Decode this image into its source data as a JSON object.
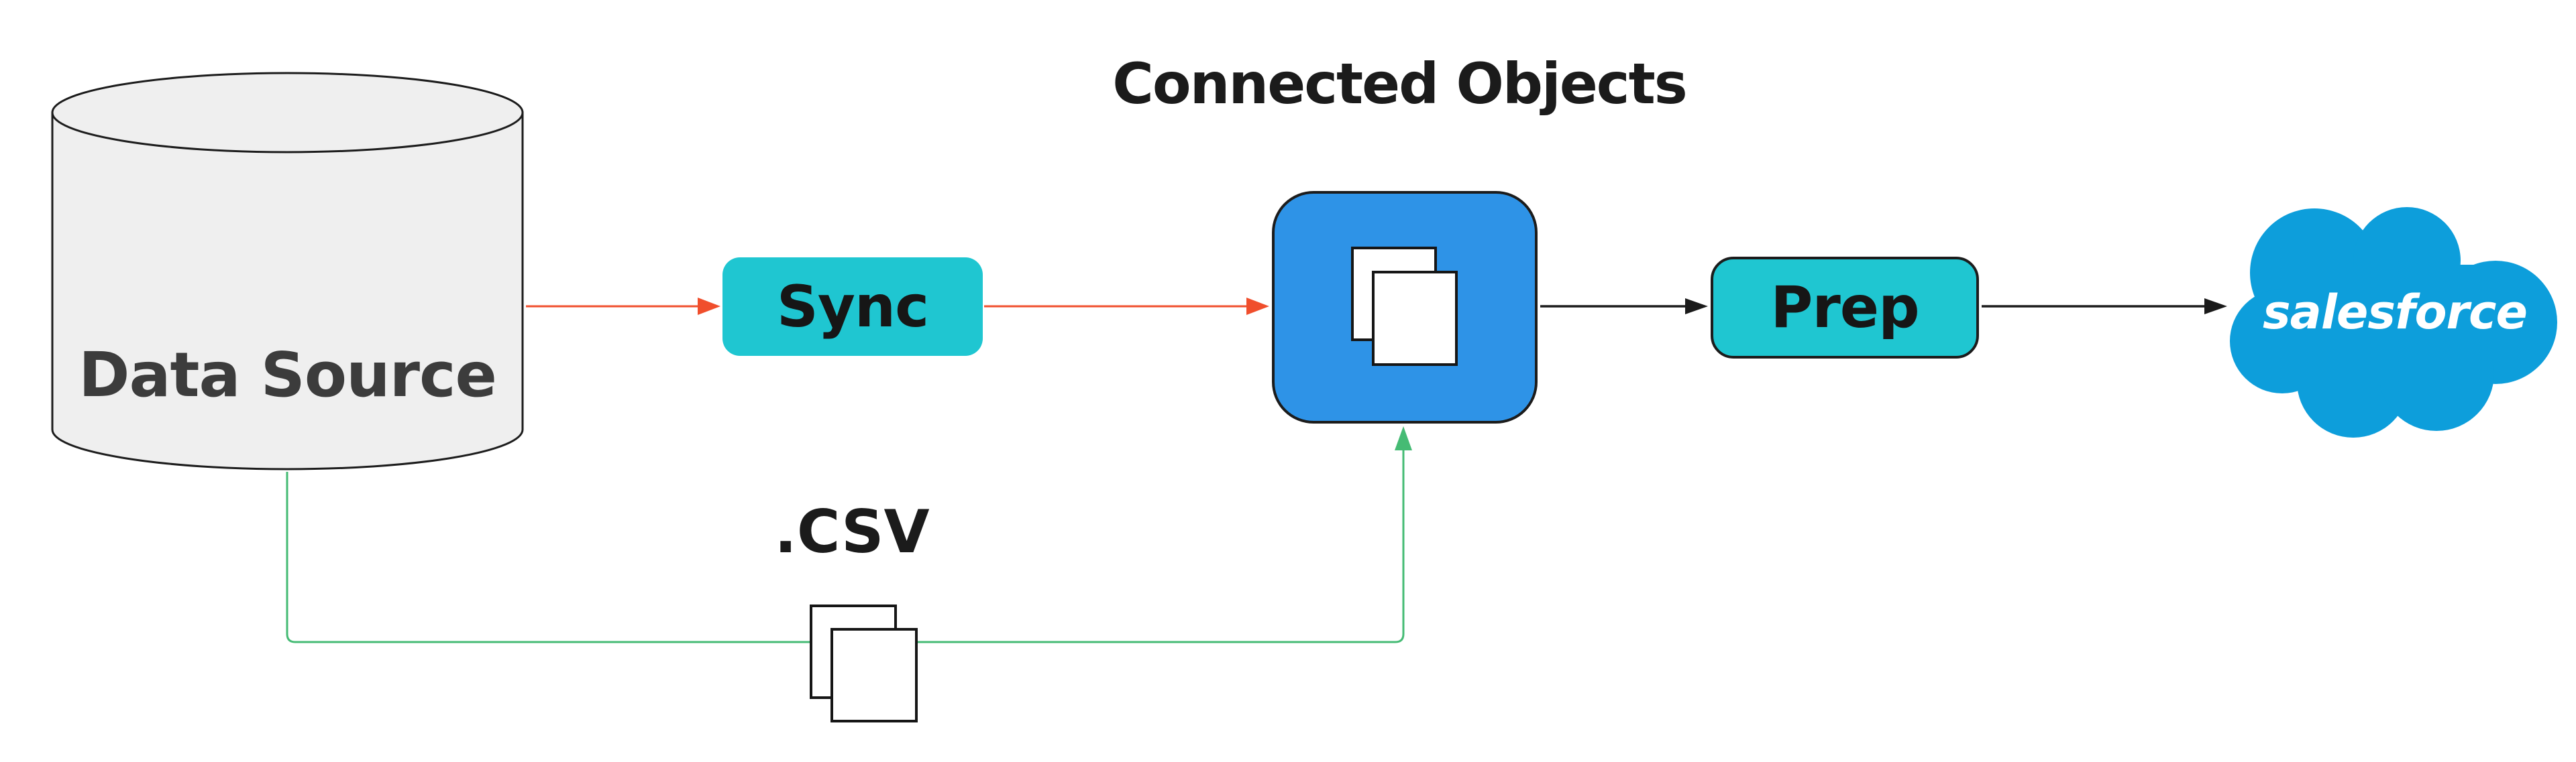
{
  "diagram": {
    "title": "Connected Objects",
    "nodes": {
      "data_source": {
        "label": "Data Source",
        "shape": "database-cylinder"
      },
      "sync": {
        "label": "Sync",
        "shape": "teal-pill"
      },
      "connected_objects": {
        "label": "Connected Objects",
        "shape": "blue-rounded-square",
        "icon": "copy-documents-icon"
      },
      "prep": {
        "label": "Prep",
        "shape": "teal-pill"
      },
      "salesforce": {
        "label": "salesforce",
        "shape": "cloud-logo"
      },
      "csv": {
        "label": ".CSV",
        "icon": "copy-documents-icon"
      }
    },
    "edges": [
      {
        "from": "Data Source",
        "to": "Sync",
        "color": "#F04E2C",
        "style": "straight-arrow"
      },
      {
        "from": "Sync",
        "to": "Connected Objects",
        "color": "#F04E2C",
        "style": "straight-arrow"
      },
      {
        "from": "Connected Objects",
        "to": "Prep",
        "color": "#1A1A1A",
        "style": "straight-arrow"
      },
      {
        "from": "Prep",
        "to": "salesforce",
        "color": "#1A1A1A",
        "style": "straight-arrow"
      },
      {
        "from": "Data Source",
        "to": "Connected Objects",
        "via": ".CSV",
        "color": "#45BB74",
        "style": "elbow-arrow"
      }
    ],
    "colors": {
      "background": "#FFFFFF",
      "teal": "#1FC6D1",
      "blue_box": "#2E93E7",
      "salesforce_blue": "#0D9EDB",
      "red_arrow": "#F04E2C",
      "green_arrow": "#45BB74",
      "black_arrow": "#1A1A1A",
      "cylinder_fill": "#EFEFEF",
      "outline": "#1C1C1C",
      "text_dark": "#3C3C3C"
    }
  }
}
